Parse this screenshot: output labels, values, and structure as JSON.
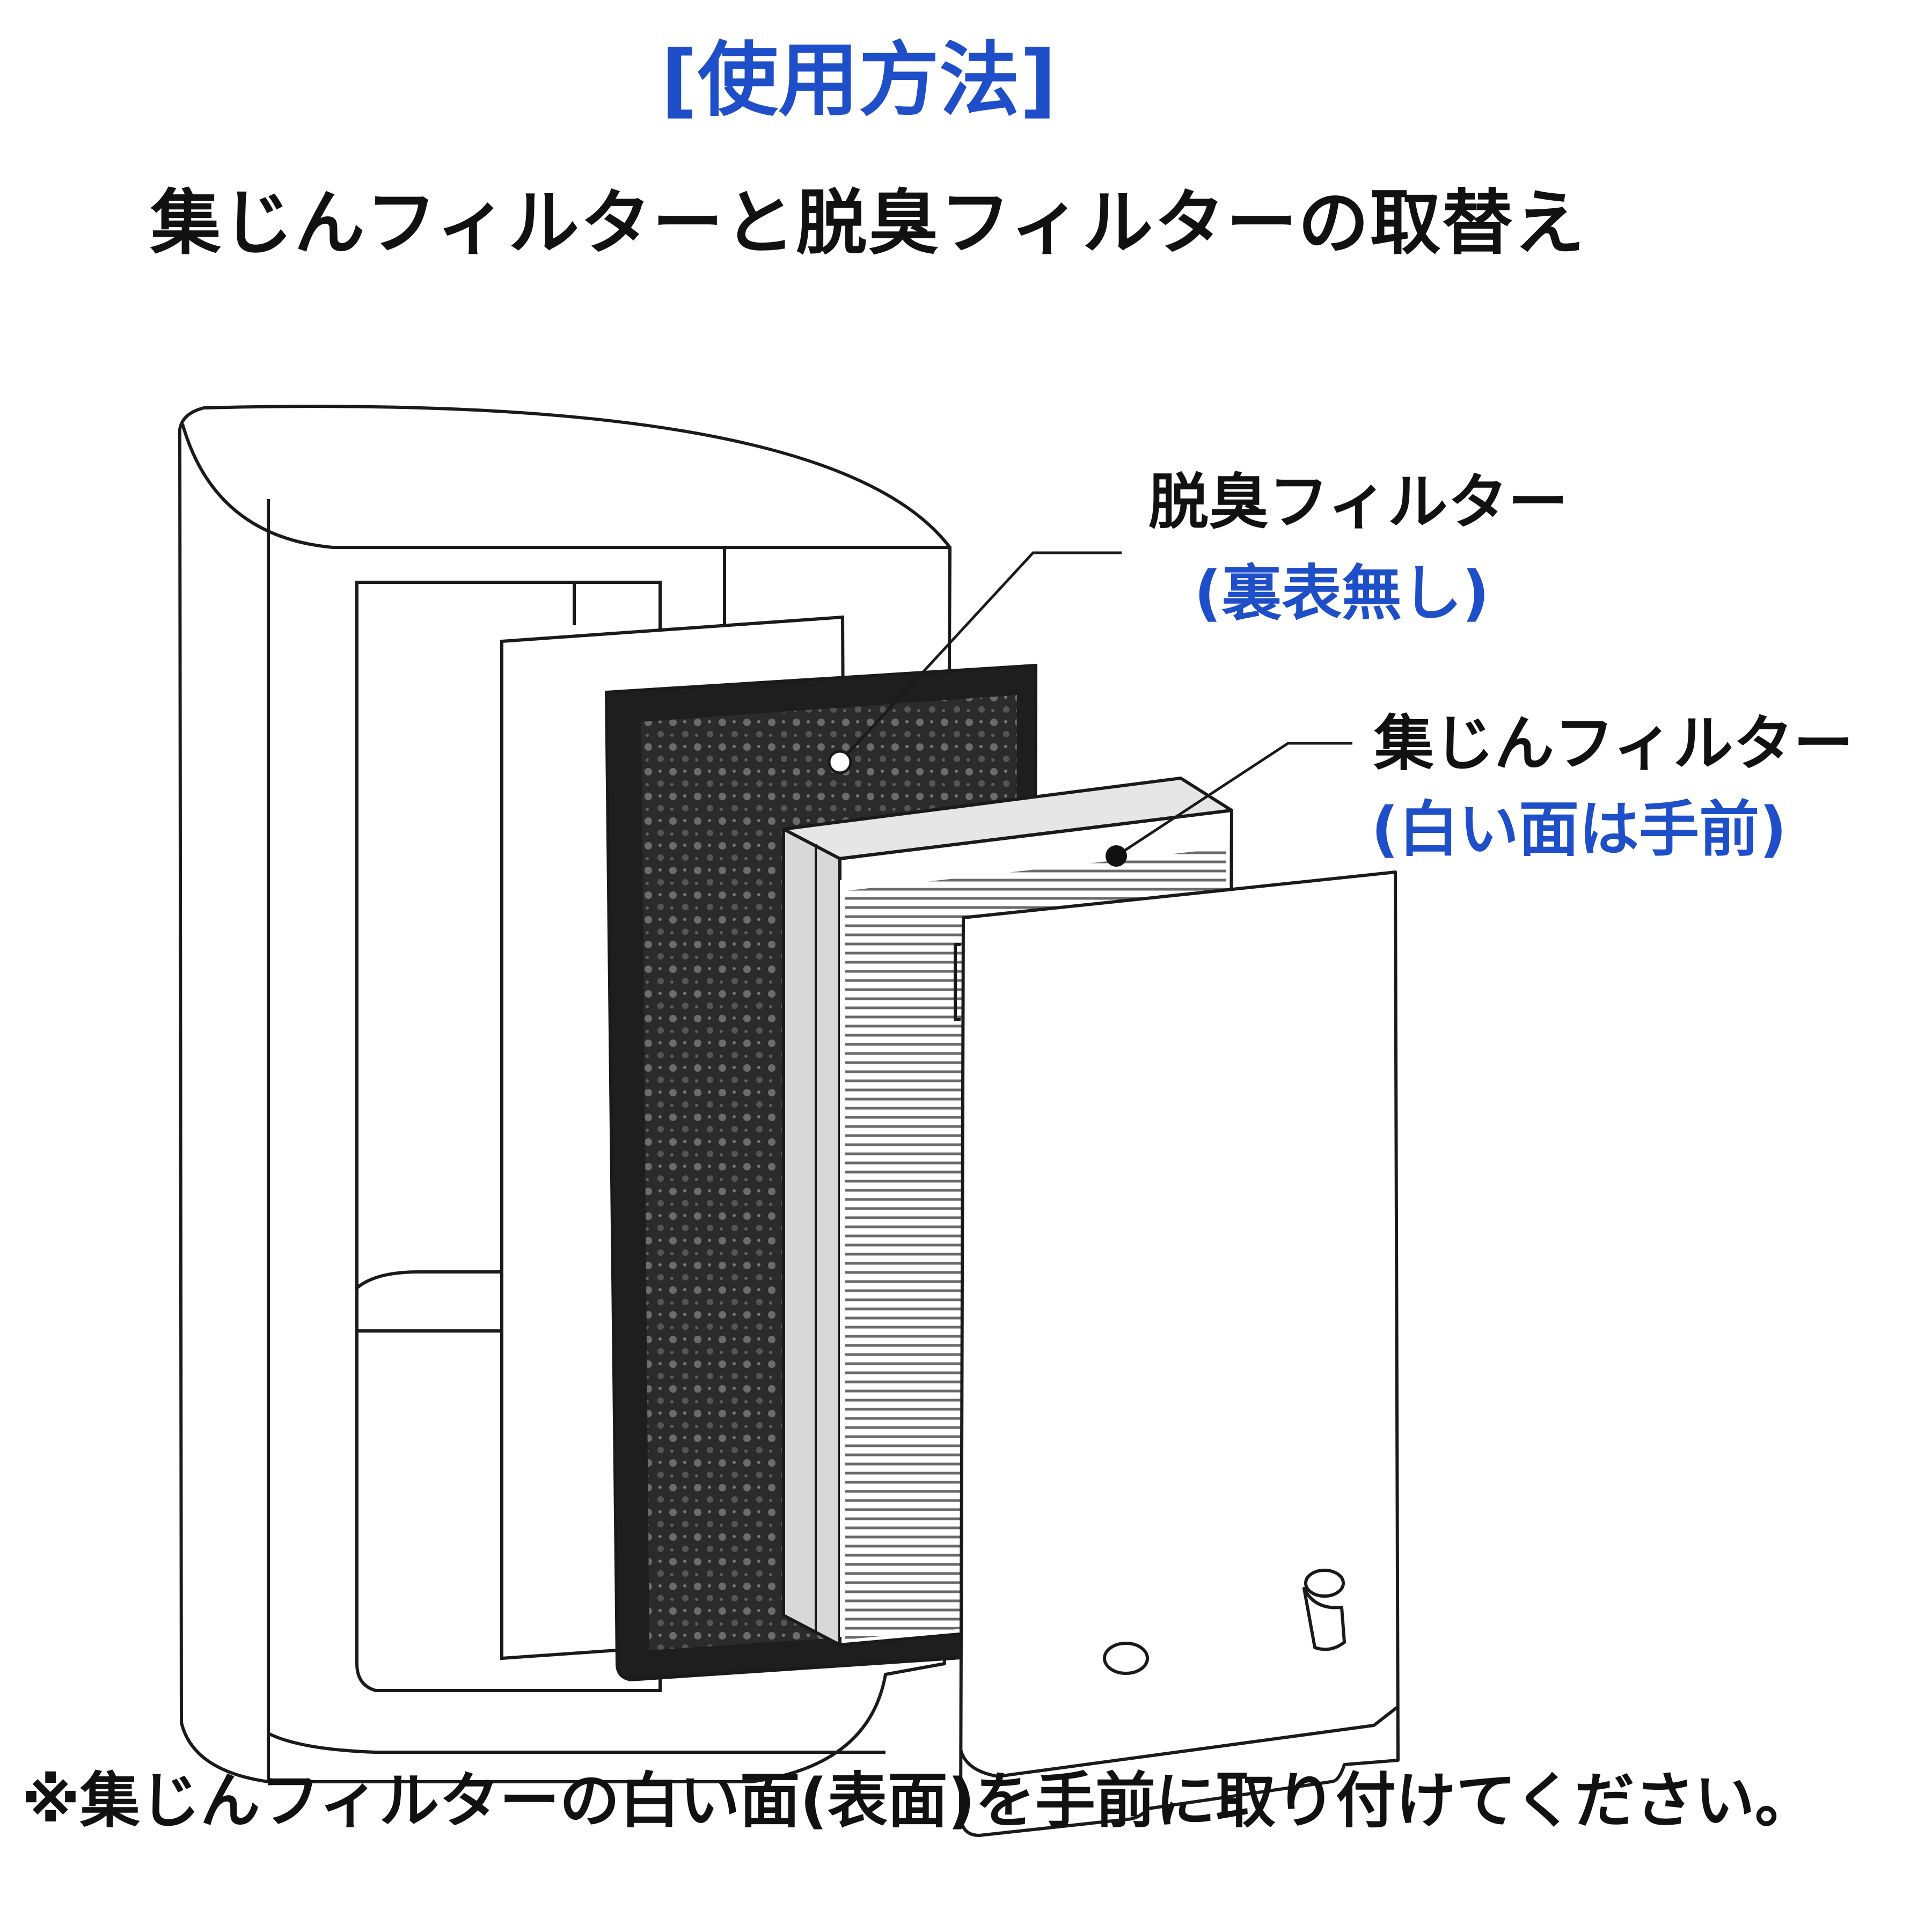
{
  "header": {
    "section_title": "[使用方法]",
    "main_title": "集じんフィルターと脱臭フィルターの取替え"
  },
  "labels": {
    "deodorizing_filter": "脱臭フィルター",
    "deodorizing_note": "(裏表無し)",
    "dust_filter": "集じんフィルター",
    "dust_note": "(白い面は手前)"
  },
  "footnote": "※集じんフィルターの白い面(表面)を手前に取り付けてください。",
  "colors": {
    "accent_blue": "#1f4fc8",
    "text": "#111111",
    "line": "#1a1a1a",
    "carbon": "#2b2b2b"
  }
}
